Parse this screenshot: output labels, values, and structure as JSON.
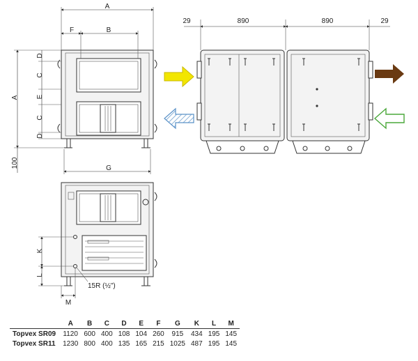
{
  "colors": {
    "supply_in_arrow": "#f2e600",
    "extract_in_arrow": "#5b92c8",
    "exhaust_arrow": "#6a3a12",
    "supply_out_arrow": "#4aa83a"
  },
  "top_view": {
    "dims": {
      "A": "A",
      "F": "F",
      "B": "B",
      "D": "D",
      "C": "C",
      "E": "E",
      "G": "G",
      "offset_100": "100"
    }
  },
  "side_view": {
    "dims": {
      "left_29": "29",
      "width_890_a": "890",
      "width_890_b": "890",
      "right_29": "29"
    }
  },
  "bottom_view": {
    "dims": {
      "K": "K",
      "L": "L",
      "M": "M"
    },
    "drain_label": "15R (½\")"
  },
  "spec_table": {
    "headers": [
      "",
      "A",
      "B",
      "C",
      "D",
      "E",
      "F",
      "G",
      "K",
      "L",
      "M"
    ],
    "rows": [
      {
        "model": "Topvex SR09",
        "values": [
          "1120",
          "600",
          "400",
          "108",
          "104",
          "260",
          "915",
          "434",
          "195",
          "145"
        ]
      },
      {
        "model": "Topvex SR11",
        "values": [
          "1230",
          "800",
          "400",
          "135",
          "165",
          "215",
          "1025",
          "487",
          "195",
          "145"
        ]
      }
    ]
  }
}
